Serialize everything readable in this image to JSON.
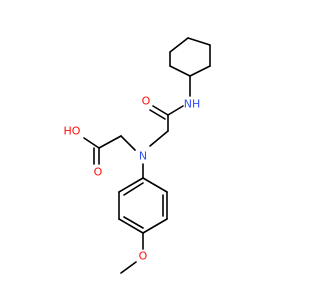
{
  "molecule": {
    "colors": {
      "bond": "#000000",
      "oxygen": "#ff0d0d",
      "nitrogen": "#3050f8",
      "background": "#ffffff"
    },
    "atom_labels": {
      "amide_o": "O",
      "amide_nh": "NH",
      "acid_oh": "HO",
      "acid_o": "O",
      "amine_n": "N",
      "methoxy_o": "O"
    }
  }
}
